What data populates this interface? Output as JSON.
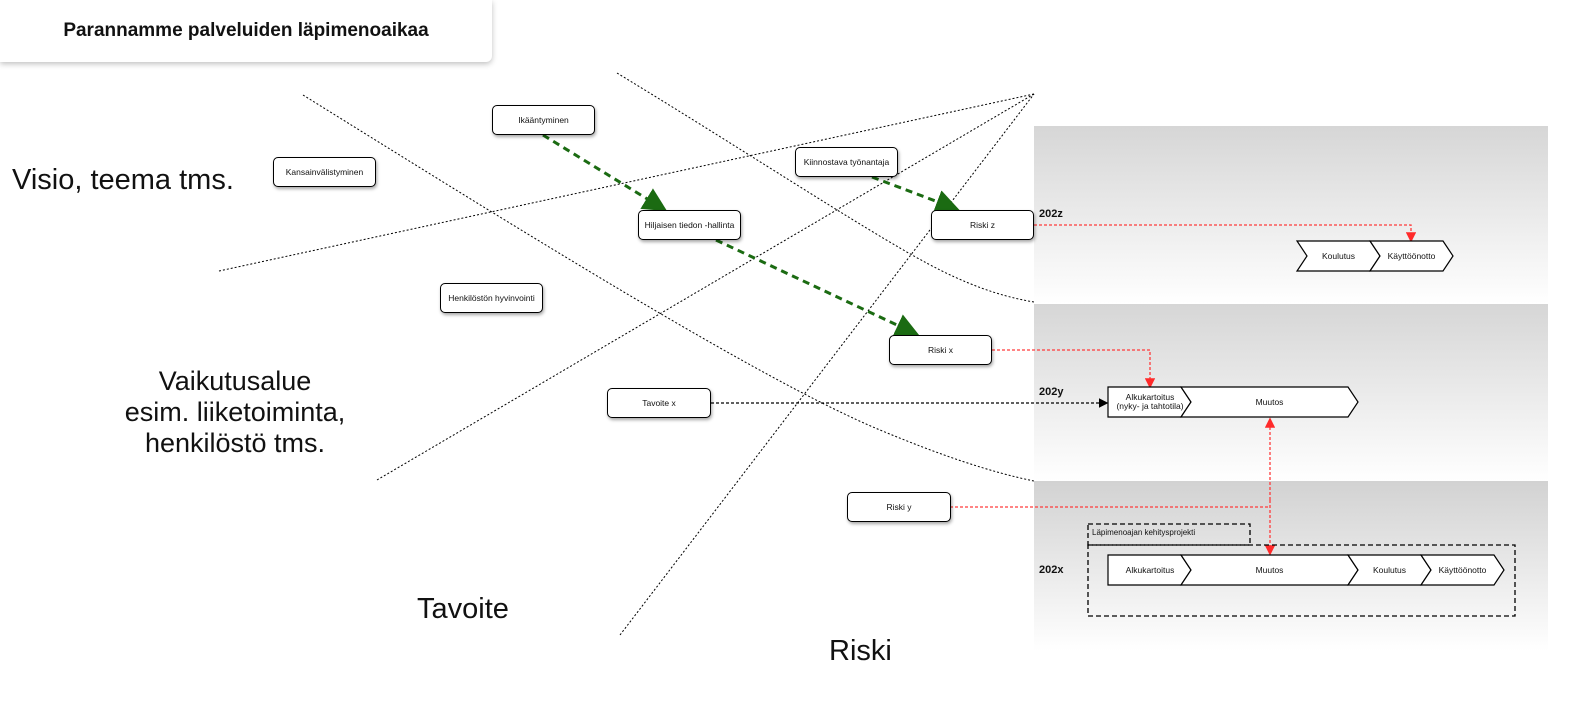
{
  "title": "Parannamme palveluiden läpimenoaikaa",
  "labels": {
    "visio": "Visio, teema tms.",
    "vaikutusalue": [
      "Vaikutusalue",
      "esim. liiketoiminta,",
      "henkilöstö tms."
    ],
    "tavoite": "Tavoite",
    "riski": "Riski"
  },
  "nodes": {
    "ikaantyminen": "Ikääntyminen",
    "kansainvalistyminen": "Kansainvälistyminen",
    "kiinnostava": "Kiinnostava työnantaja",
    "hiljainen": "Hiljaisen tiedon -hallinta",
    "riski_z": "Riski z",
    "henkilosto": "Henkilöstön hyvinvointi",
    "riski_x": "Riski x",
    "tavoite_x": "Tavoite x",
    "riski_y": "Riski y"
  },
  "bands": {
    "z": "202z",
    "y": "202y",
    "x": "202x"
  },
  "processes": {
    "z": [
      "Koulutus",
      "Käyttöönotto"
    ],
    "y_first": [
      "Alkukartoitus",
      "(nyky- ja tahtotila)"
    ],
    "y_second": "Muutos",
    "x": [
      "Alkukartoitus",
      "Muutos",
      "Koulutus",
      "Käyttöönotto"
    ]
  },
  "project_label": "Läpimenoajan kehitysprojekti",
  "colors": {
    "green_arrow": "#1b6b12",
    "red_arrow": "#ff3b3b",
    "band_top": "#d6d6d6"
  }
}
